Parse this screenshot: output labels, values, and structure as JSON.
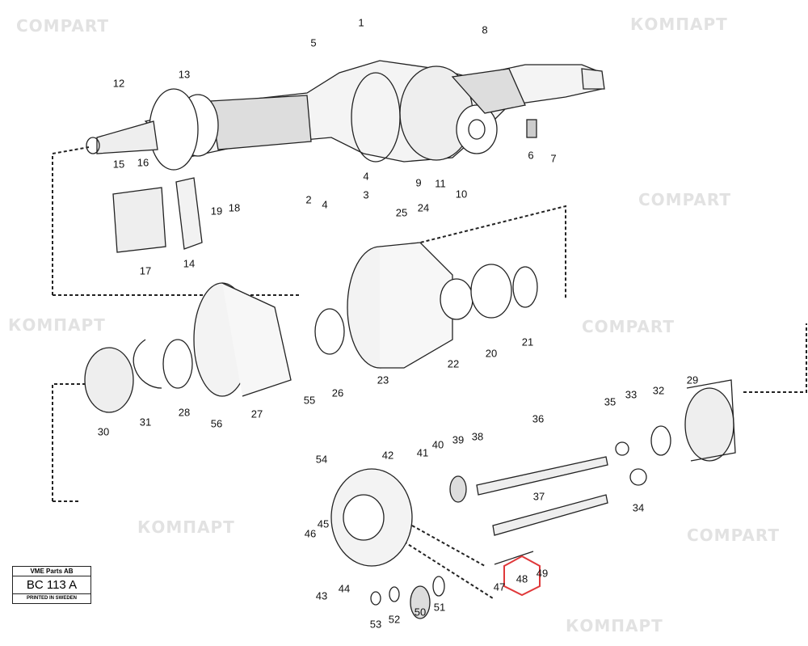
{
  "diagram": {
    "watermark_texts": [
      "COMPART",
      "КОМПАРТ"
    ],
    "stamp": {
      "company": "VME Parts AB",
      "code": "BC 113 A",
      "printed": "PRINTED IN SWEDEN"
    },
    "highlight_color": "#e0383a",
    "highlighted_part": "48",
    "callouts": [
      "1",
      "5",
      "8",
      "13",
      "12",
      "6",
      "7",
      "15",
      "16",
      "2",
      "4",
      "4",
      "3",
      "9",
      "11",
      "10",
      "19",
      "18",
      "25",
      "24",
      "17",
      "14",
      "21",
      "20",
      "22",
      "23",
      "26",
      "55",
      "27",
      "28",
      "56",
      "31",
      "30",
      "35",
      "33",
      "32",
      "29",
      "36",
      "39",
      "38",
      "40",
      "41",
      "42",
      "54",
      "37",
      "34",
      "45",
      "46",
      "48",
      "49",
      "47",
      "44",
      "43",
      "51",
      "50",
      "52",
      "53"
    ]
  }
}
